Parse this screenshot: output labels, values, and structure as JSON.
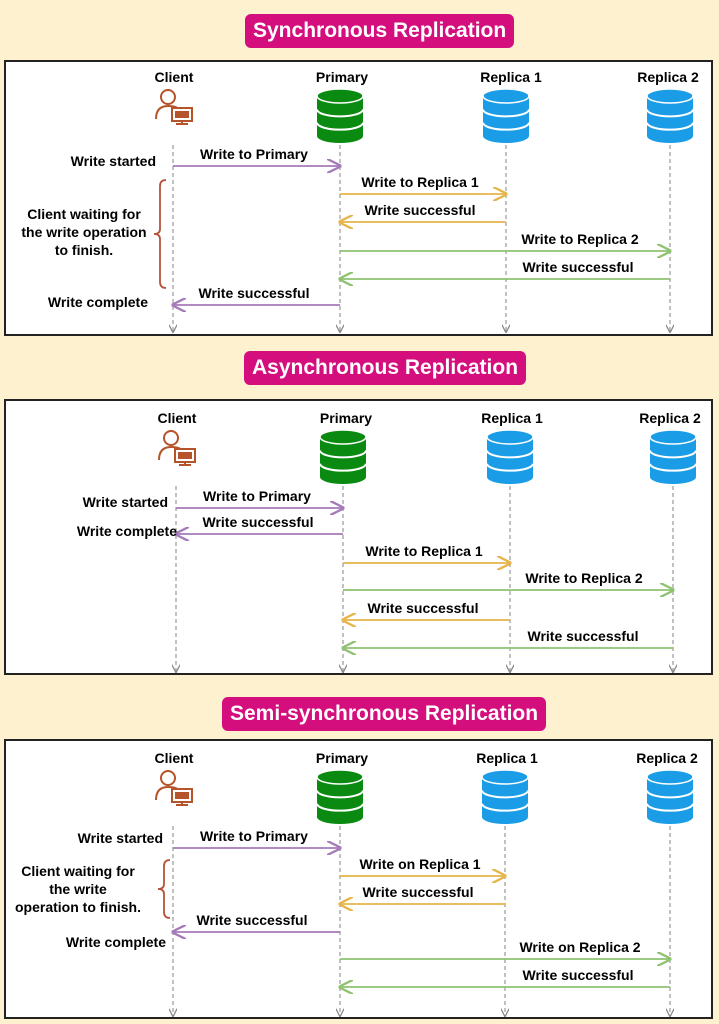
{
  "colors": {
    "background": "#fdf1cf",
    "title_pill": "#d40f7d",
    "client": "#b5532a",
    "primary": "#0a8a10",
    "replica": "#1a9de6",
    "arrow_client": "#a57ab8",
    "arrow_replica1": "#e6b54a",
    "arrow_replica2": "#8fc270",
    "bracket": "#b5533a"
  },
  "icons": {
    "client": "user-computer-icon",
    "primary": "database-icon",
    "replica": "database-icon"
  },
  "sync": {
    "title": "Synchronous Replication",
    "actors": [
      "Client",
      "Primary",
      "Replica 1",
      "Replica 2"
    ],
    "write_started": "Write started",
    "waiting_lines": [
      "Client waiting for",
      "the write operation",
      "to finish."
    ],
    "write_complete": "Write complete",
    "messages": [
      {
        "from": "Client",
        "to": "Primary",
        "label": "Write to Primary"
      },
      {
        "from": "Primary",
        "to": "Replica 1",
        "label": "Write to Replica 1"
      },
      {
        "from": "Replica 1",
        "to": "Primary",
        "label": "Write successful"
      },
      {
        "from": "Primary",
        "to": "Replica 2",
        "label": "Write to Replica 2"
      },
      {
        "from": "Replica 2",
        "to": "Primary",
        "label": "Write successful"
      },
      {
        "from": "Primary",
        "to": "Client",
        "label": "Write successful"
      }
    ]
  },
  "async": {
    "title": "Asynchronous Replication",
    "actors": [
      "Client",
      "Primary",
      "Replica 1",
      "Replica 2"
    ],
    "write_started": "Write started",
    "write_complete": "Write complete",
    "messages": [
      {
        "from": "Client",
        "to": "Primary",
        "label": "Write to Primary"
      },
      {
        "from": "Primary",
        "to": "Client",
        "label": "Write successful"
      },
      {
        "from": "Primary",
        "to": "Replica 1",
        "label": "Write to Replica 1"
      },
      {
        "from": "Primary",
        "to": "Replica 2",
        "label": "Write to Replica 2"
      },
      {
        "from": "Replica 1",
        "to": "Primary",
        "label": "Write successful"
      },
      {
        "from": "Replica 2",
        "to": "Primary",
        "label": "Write successful"
      }
    ]
  },
  "semi": {
    "title": "Semi-synchronous Replication",
    "actors": [
      "Client",
      "Primary",
      "Replica 1",
      "Replica 2"
    ],
    "write_started": "Write started",
    "waiting_lines": [
      "Client waiting for",
      "the write",
      "operation to finish."
    ],
    "write_complete": "Write complete",
    "messages": [
      {
        "from": "Client",
        "to": "Primary",
        "label": "Write to Primary"
      },
      {
        "from": "Primary",
        "to": "Replica 1",
        "label": "Write on Replica 1"
      },
      {
        "from": "Replica 1",
        "to": "Primary",
        "label": "Write successful"
      },
      {
        "from": "Primary",
        "to": "Client",
        "label": "Write successful"
      },
      {
        "from": "Primary",
        "to": "Replica 2",
        "label": "Write on Replica 2"
      },
      {
        "from": "Replica 2",
        "to": "Primary",
        "label": "Write successful"
      }
    ]
  }
}
